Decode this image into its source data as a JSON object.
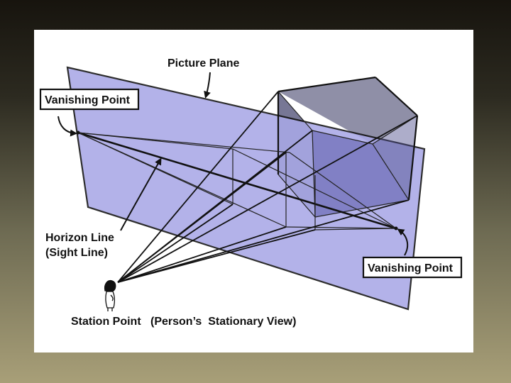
{
  "labels": {
    "picture_plane": "Picture Plane",
    "vanishing_point_left": "Vanishing Point",
    "vanishing_point_right": "Vanishing Point",
    "horizon_line_1": "Horizon Line",
    "horizon_line_2": "(Sight Line)",
    "station_point": "Station Point   (Person’s  Stationary View)"
  },
  "colors": {
    "plane_fill": "#a9a8e6",
    "cube_fill": "#6a6a8a",
    "slide_background": "#ffffff",
    "outer_background": "#2c2a20"
  },
  "icons": {
    "person": "person-figure-icon"
  }
}
